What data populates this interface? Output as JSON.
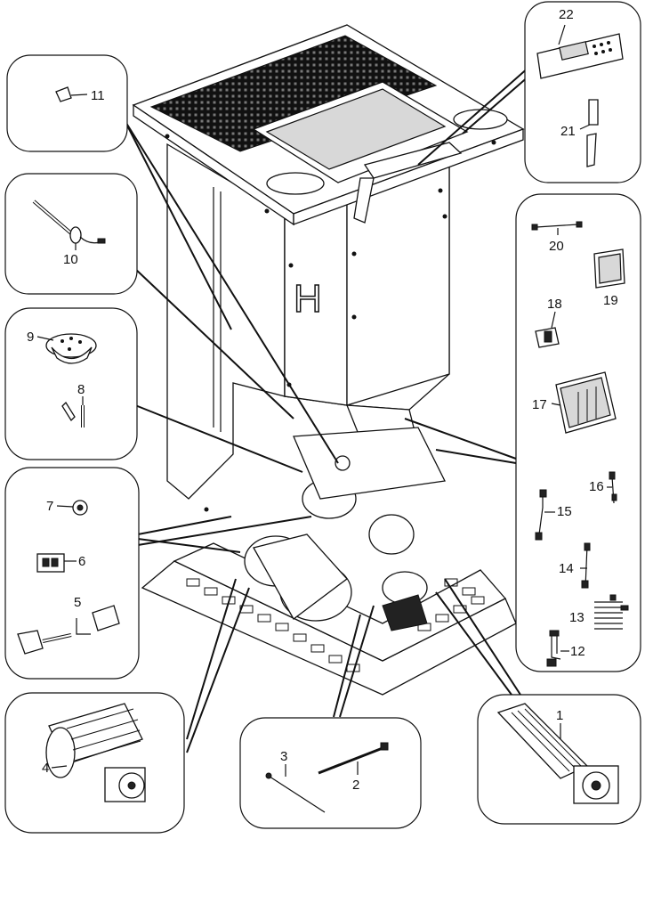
{
  "parts": [
    {
      "id": "part-1",
      "label": "1"
    },
    {
      "id": "part-2",
      "label": "2"
    },
    {
      "id": "part-3",
      "label": "3"
    },
    {
      "id": "part-4",
      "label": "4"
    },
    {
      "id": "part-5",
      "label": "5"
    },
    {
      "id": "part-6",
      "label": "6"
    },
    {
      "id": "part-7",
      "label": "7"
    },
    {
      "id": "part-8",
      "label": "8"
    },
    {
      "id": "part-9",
      "label": "9"
    },
    {
      "id": "part-10",
      "label": "10"
    },
    {
      "id": "part-11",
      "label": "11"
    },
    {
      "id": "part-12",
      "label": "12"
    },
    {
      "id": "part-13",
      "label": "13"
    },
    {
      "id": "part-14",
      "label": "14"
    },
    {
      "id": "part-15",
      "label": "15"
    },
    {
      "id": "part-16",
      "label": "16"
    },
    {
      "id": "part-17",
      "label": "17"
    },
    {
      "id": "part-18",
      "label": "18"
    },
    {
      "id": "part-19",
      "label": "19"
    },
    {
      "id": "part-20",
      "label": "20"
    },
    {
      "id": "part-21",
      "label": "21"
    },
    {
      "id": "part-22",
      "label": "22"
    }
  ],
  "stove": {
    "front_letter": "H"
  }
}
